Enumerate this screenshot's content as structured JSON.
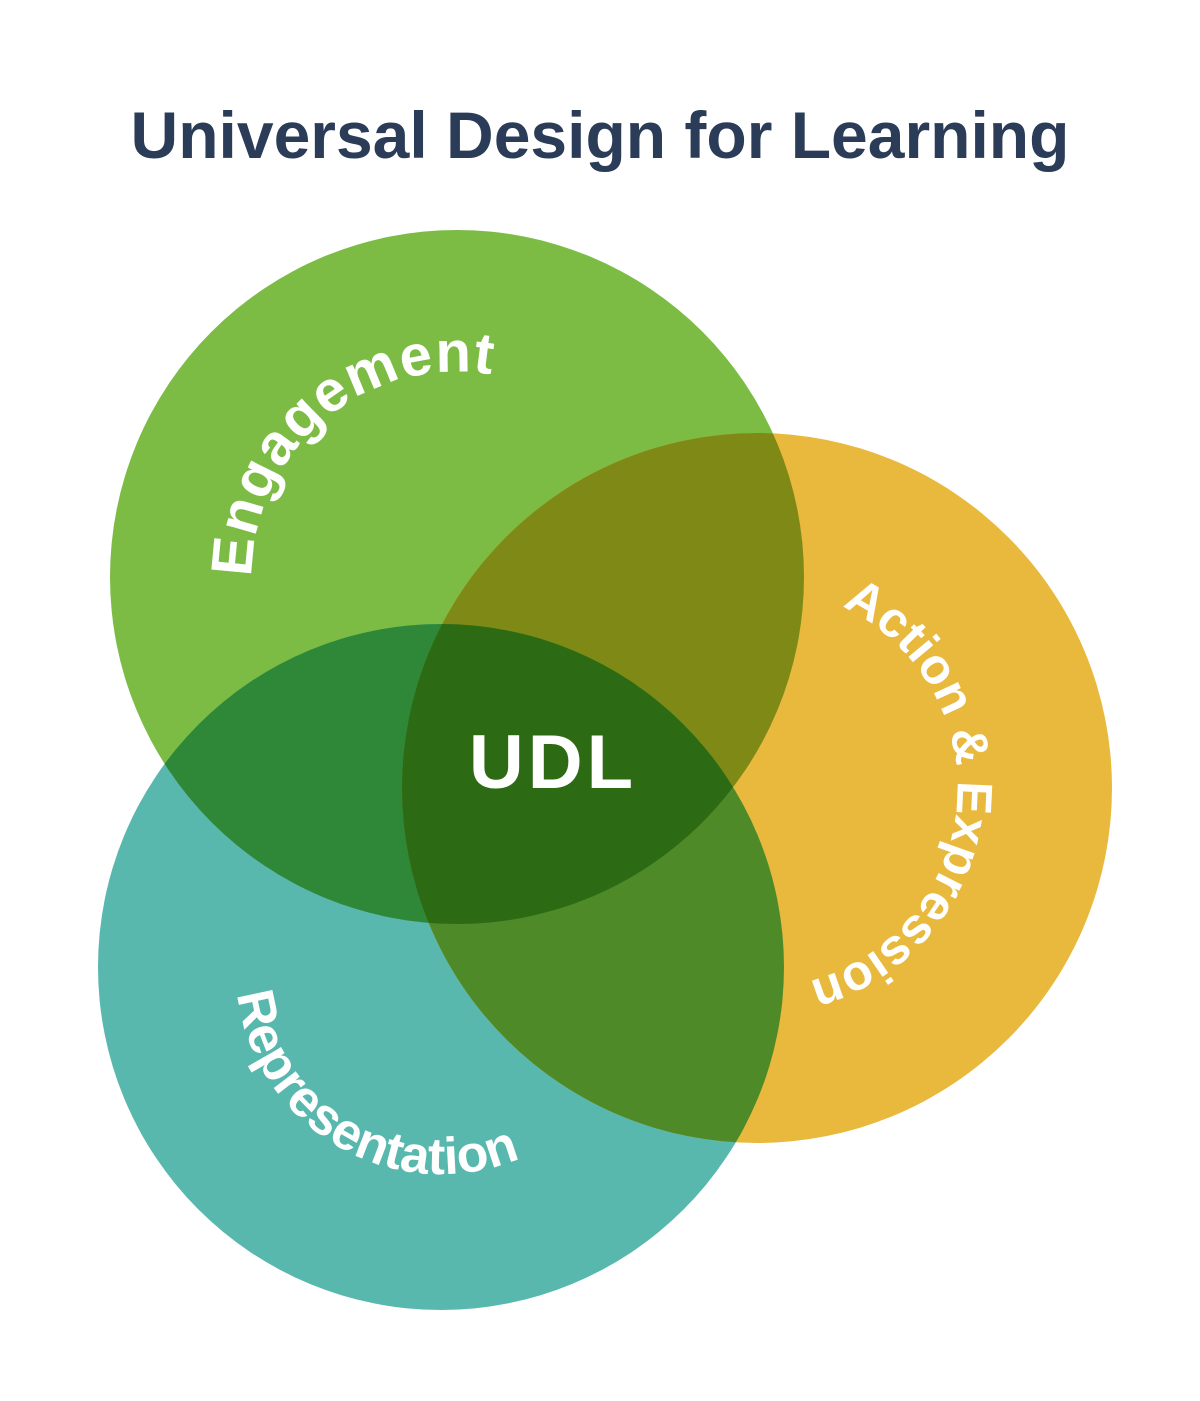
{
  "title": {
    "text": "Universal Design for Learning",
    "color": "#2B3C58"
  },
  "venn": {
    "center_label": {
      "text": "UDL",
      "color": "#FFFFFF"
    },
    "label_color": "#FFFFFF",
    "circles": [
      {
        "name": "Engagement",
        "color": "#7CBC45"
      },
      {
        "name": "Action & Expression",
        "color": "#E8B93D"
      },
      {
        "name": "Representation",
        "color": "#59B8AE"
      }
    ],
    "overlaps": {
      "engagement_action": "#7E8A15",
      "engagement_representation": "#2F8838",
      "representation_action": "#4F8A28",
      "all_three": "#2C6A14"
    }
  }
}
